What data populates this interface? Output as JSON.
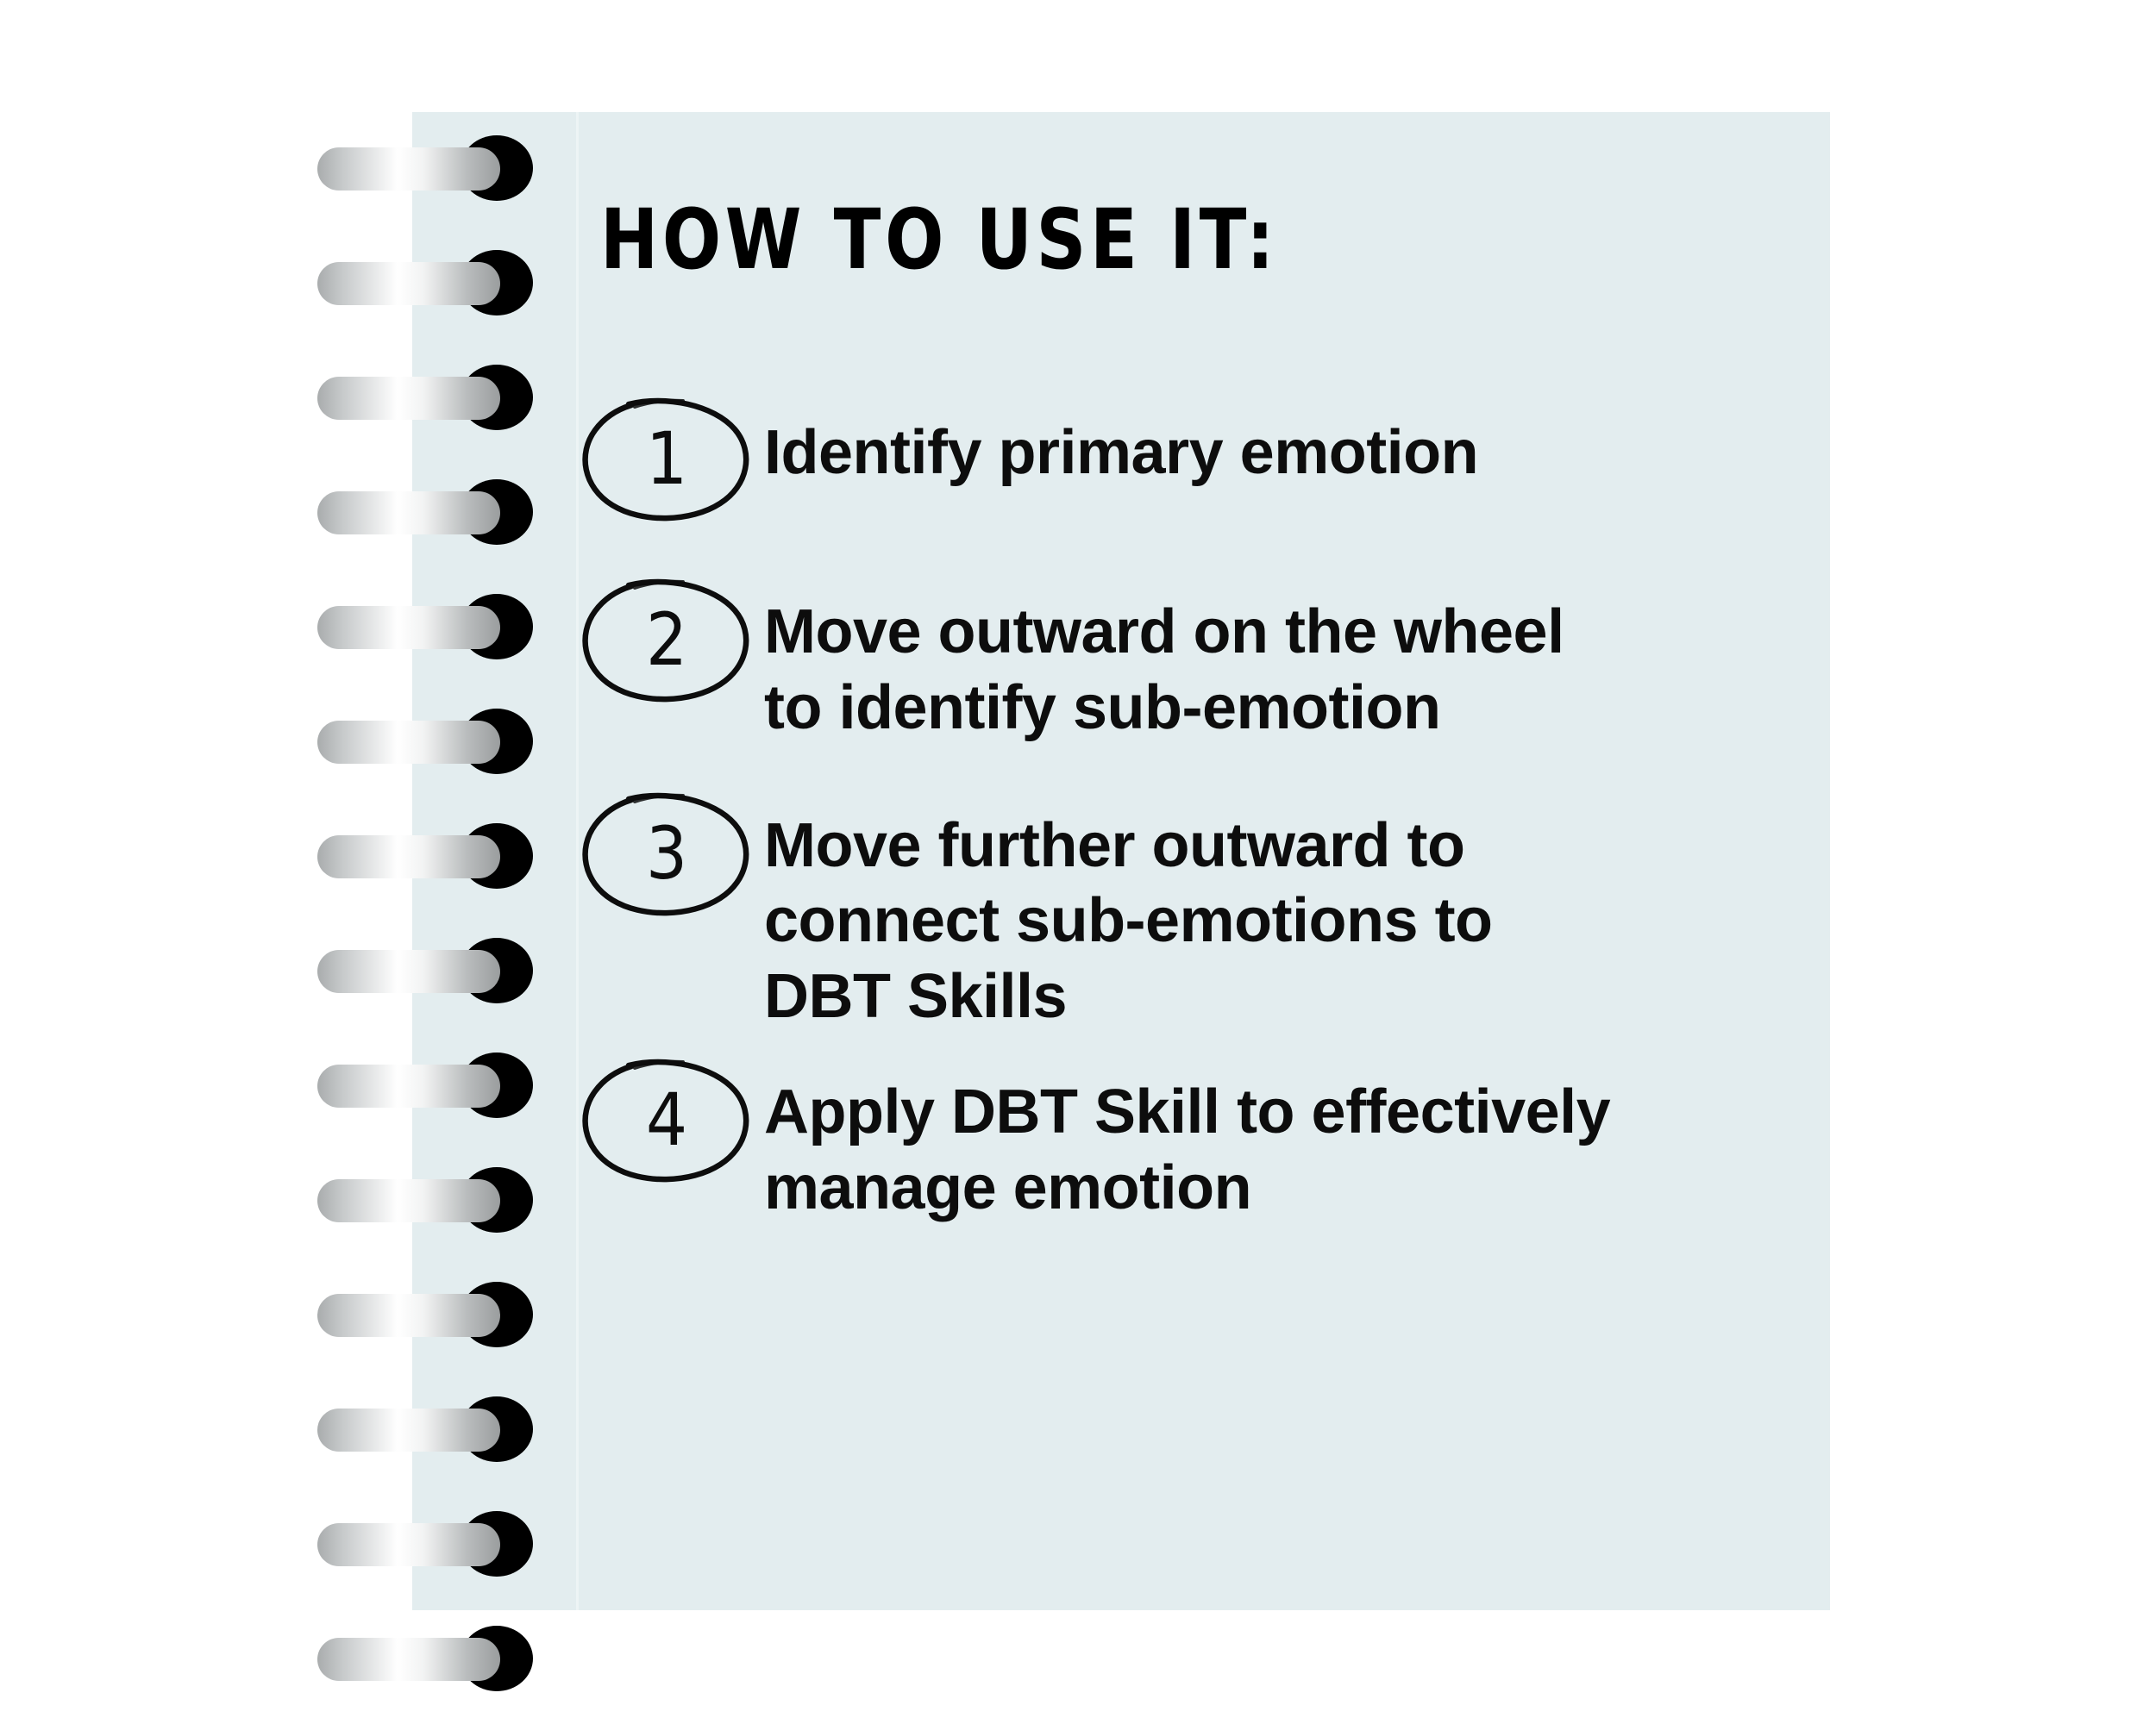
{
  "page": {
    "background_color": "#e3edef",
    "canvas_color": "#ffffff",
    "title": "HOW TO USE IT:"
  },
  "binding": {
    "icon": "spiral-ring-icon",
    "ring_count": 14,
    "wire_color_light": "#ffffff",
    "wire_color_dark": "#9a9d9e",
    "hole_color": "#000000"
  },
  "steps": [
    {
      "number": "1",
      "text": "Identify primary emotion"
    },
    {
      "number": "2",
      "text": "Move outward on the wheel\nto identify sub-emotion"
    },
    {
      "number": "3",
      "text": "Move further outward to\nconnect sub-emotions to\nDBT Skills"
    },
    {
      "number": "4",
      "text": "Apply DBT Skill to effectively\nmanage emotion"
    }
  ]
}
